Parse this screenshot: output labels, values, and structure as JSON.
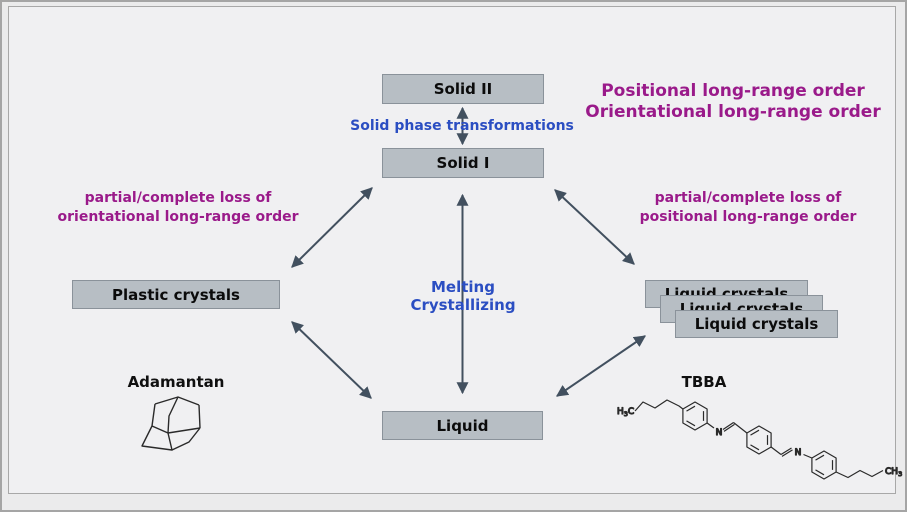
{
  "boxes": {
    "solid_ii": "Solid II",
    "solid_i": "Solid I",
    "plastic_crystals": "Plastic crystals",
    "liquid": "Liquid",
    "liquid_crystals": "Liquid crystals"
  },
  "annotations": {
    "order_title": {
      "line1": "Positional long-range order",
      "line2": "Orientational long-range order"
    },
    "solid_phase_transformations": "Solid phase transformations",
    "left_loss": {
      "line1": "partial/complete loss of",
      "line2": "orientational long-range order"
    },
    "right_loss": {
      "line1": "partial/complete loss of",
      "line2": "positional long-range order"
    },
    "phase_change": {
      "line1": "Melting",
      "line2": "Crystallizing"
    },
    "example_left": "Adamantan",
    "example_right": "TBBA"
  },
  "molecule_labels": {
    "h": "H",
    "sub_three": "3",
    "c": "C",
    "ch": "CH",
    "n": "N"
  },
  "colors": {
    "background": "#f0f0f2",
    "purple_text": "#9a1a8a",
    "blue_text": "#2b4ec2",
    "arrow": "#42505f",
    "box_fill": "#b7bec4",
    "box_border": "#8a929a",
    "molecule": "#2a2a2a"
  }
}
